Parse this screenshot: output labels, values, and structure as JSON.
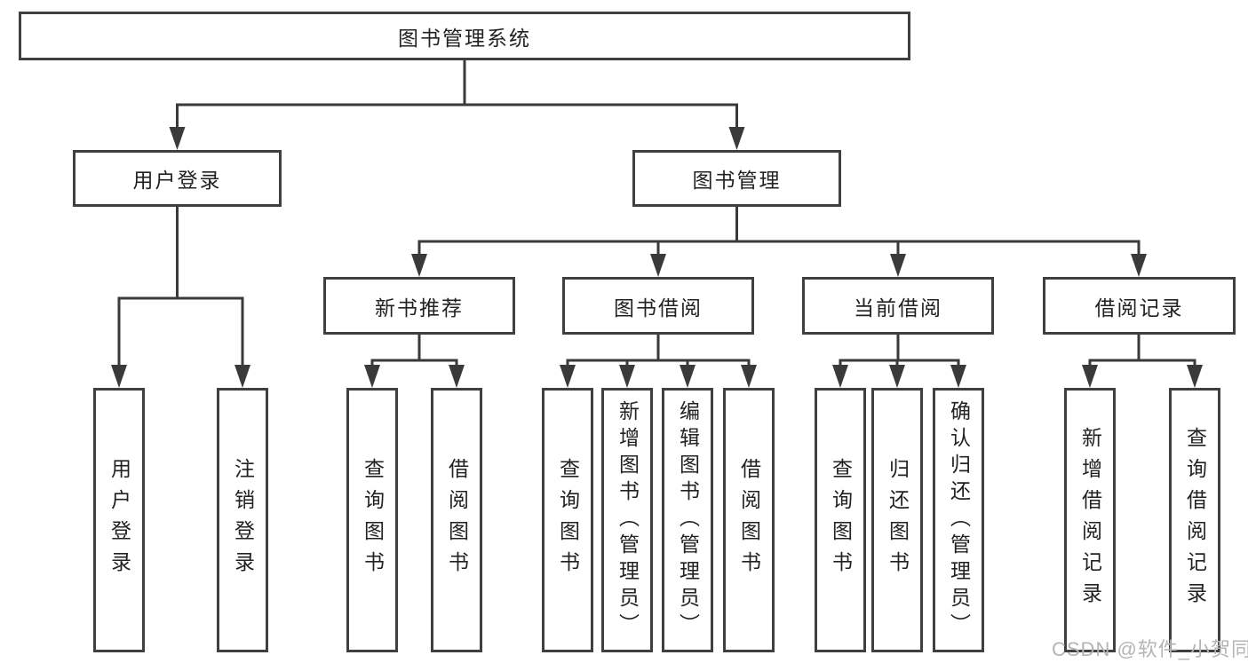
{
  "tree": {
    "root": "图书管理系统",
    "branches": [
      {
        "label": "用户登录",
        "children": [
          "用户登录",
          "注销登录"
        ]
      },
      {
        "label": "图书管理",
        "children": [
          {
            "label": "新书推荐",
            "children": [
              "查询图书",
              "借阅图书"
            ]
          },
          {
            "label": "图书借阅",
            "children": [
              "查询图书",
              "新增图书（管理员）",
              "编辑图书（管理员）",
              "借阅图书"
            ]
          },
          {
            "label": "当前借阅",
            "children": [
              "查询图书",
              "归还图书",
              "确认归还（管理员）"
            ]
          },
          {
            "label": "借阅记录",
            "children": [
              "新增借阅记录",
              "查询借阅记录"
            ]
          }
        ]
      }
    ]
  },
  "watermark": {
    "text": "CSDN @软件_小贺同学"
  },
  "colors": {
    "line": "#3a3a3a",
    "box_border": "#3f3f3f",
    "text": "#222222",
    "watermark": "#b4b4b4",
    "background": "#ffffff"
  }
}
